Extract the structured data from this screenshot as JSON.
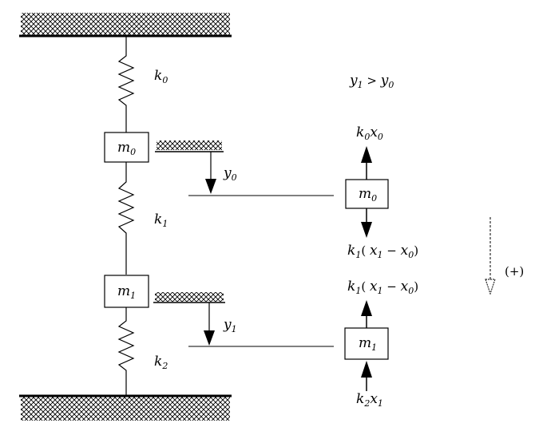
{
  "springs": {
    "k0": {
      "base": "k",
      "sub": "0"
    },
    "k1": {
      "base": "k",
      "sub": "1"
    },
    "k2": {
      "base": "k",
      "sub": "2"
    }
  },
  "masses": {
    "m0": {
      "base": "m",
      "sub": "0"
    },
    "m1": {
      "base": "m",
      "sub": "1"
    }
  },
  "displacements": {
    "y0": {
      "base": "y",
      "sub": "0"
    },
    "y1": {
      "base": "y",
      "sub": "1"
    }
  },
  "condition": {
    "y1": "y",
    "s1": "1",
    "gt": " > ",
    "y0": "y",
    "s0": "0"
  },
  "forces": {
    "k0x0": {
      "k": "k",
      "ks": "0",
      "x": "x",
      "xs": "0"
    },
    "k1_down": {
      "k": "k",
      "ks": "1",
      "open": "( ",
      "x1": "x",
      "x1s": "1",
      "minus": " − ",
      "x0": "x",
      "x0s": "0",
      "close": ")"
    },
    "k1_up": {
      "k": "k",
      "ks": "1",
      "open": "( ",
      "x1": "x",
      "x1s": "1",
      "minus": " − ",
      "x0": "x",
      "x0s": "0",
      "close": ")"
    },
    "k2x1": {
      "k": "k",
      "ks": "2",
      "x": "x",
      "xs": "1"
    }
  },
  "sign_convention": "(+)",
  "colors": {
    "line": "#000000",
    "hatch": "#000000",
    "background": "#ffffff"
  }
}
